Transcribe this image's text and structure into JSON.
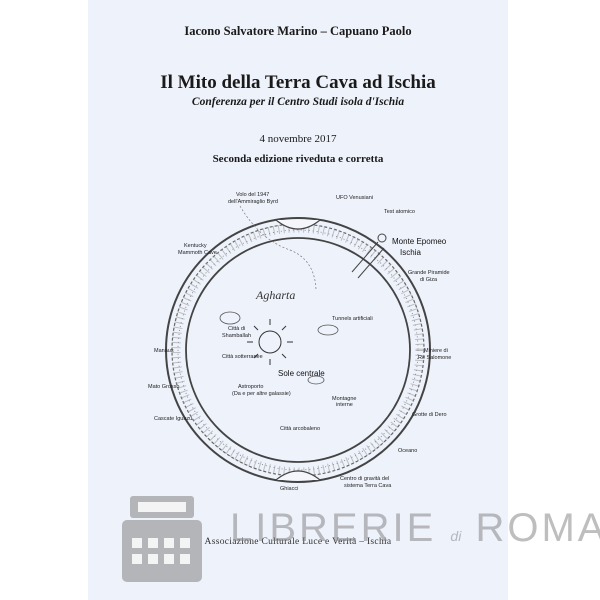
{
  "book": {
    "authors": "Iacono Salvatore Marino – Capuano Paolo",
    "title": "Il Mito della Terra Cava ad Ischia",
    "subtitle": "Conferenza per il Centro Studi  isola d'Ischia",
    "date": "4 novembre 2017",
    "edition": "Seconda edizione riveduta e corretta",
    "publisher": "Associazione Culturale Luce e Verità – Ischia"
  },
  "diagram": {
    "labels": {
      "volo": "Volo del 1947",
      "volo2": "dell'Ammiraglio Byrd",
      "ufo": "UFO Venusiani",
      "test": "Test atomico",
      "epomeo": "Monte Epomeo",
      "ischia": "Ischia",
      "piramide": "Grande Piramide",
      "giza": "di Giza",
      "kentucky": "Kentucky",
      "mammoth": "Mammoth Cave",
      "agharta": "Agharta",
      "tunnels": "Tunnels artificiali",
      "citta_di": "Città di",
      "shamballah": "Shamballah",
      "miniere": "Miniere di",
      "salomone": "Re Salomone",
      "manaus": "Manaus",
      "sotterranee": "Città sotterranee",
      "sole": "Sole centrale",
      "mato": "Mato Grosso",
      "astroporto": "Astroporto",
      "astroporto2": "(Da e per altre galassie)",
      "montagne": "Montagne",
      "interne": "interne",
      "grotte": "Grotte di Dero",
      "cascate": "Cascate Iguazu",
      "arcobaleno": "Città arcobaleno",
      "oceano": "Oceano",
      "ghiacci": "Ghiacci",
      "centro": "Centro di gravità del",
      "centro2": "sistema Terra Cava"
    }
  },
  "watermark": {
    "brand_main": "LIBRERIE",
    "brand_small": "di",
    "brand_city": "ROMA",
    "icon": "typewriter-icon"
  }
}
